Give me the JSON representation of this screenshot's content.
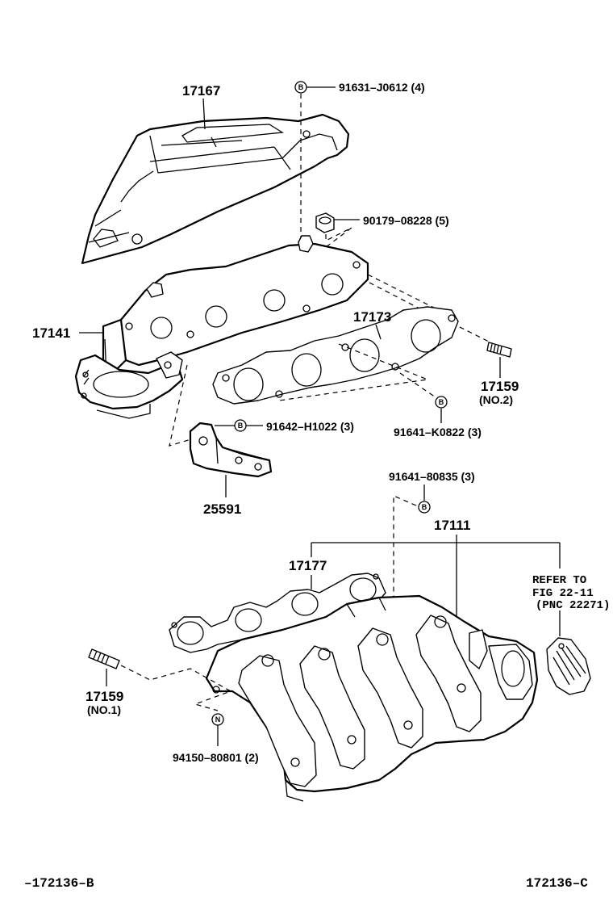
{
  "labels": {
    "heat_insulator": "17167",
    "bolt_top": "91631–J0612 (4)",
    "nut_top": "90179–08228 (5)",
    "exhaust_manifold": "17141",
    "gasket_exhaust": "17173",
    "stud_no2": "17159",
    "stud_no2_sub": "(NO.2)",
    "bolt_bracket": "91642–H1022 (3)",
    "bolt_gasket": "91641–K0822 (3)",
    "bracket": "25591",
    "bolt_intake": "91641–80835 (3)",
    "intake_manifold": "17111",
    "gasket_intake": "17177",
    "refer_line1": "REFER TO",
    "refer_line2": "FIG 22-11",
    "refer_line3": "(PNC 22271)",
    "stud_no1": "17159",
    "stud_no1_sub": "(NO.1)",
    "nut_bottom": "94150–80801 (2)",
    "code_left": "–172136–B",
    "code_right": "172136–C"
  },
  "markers": {
    "b": "B",
    "n": "N"
  }
}
